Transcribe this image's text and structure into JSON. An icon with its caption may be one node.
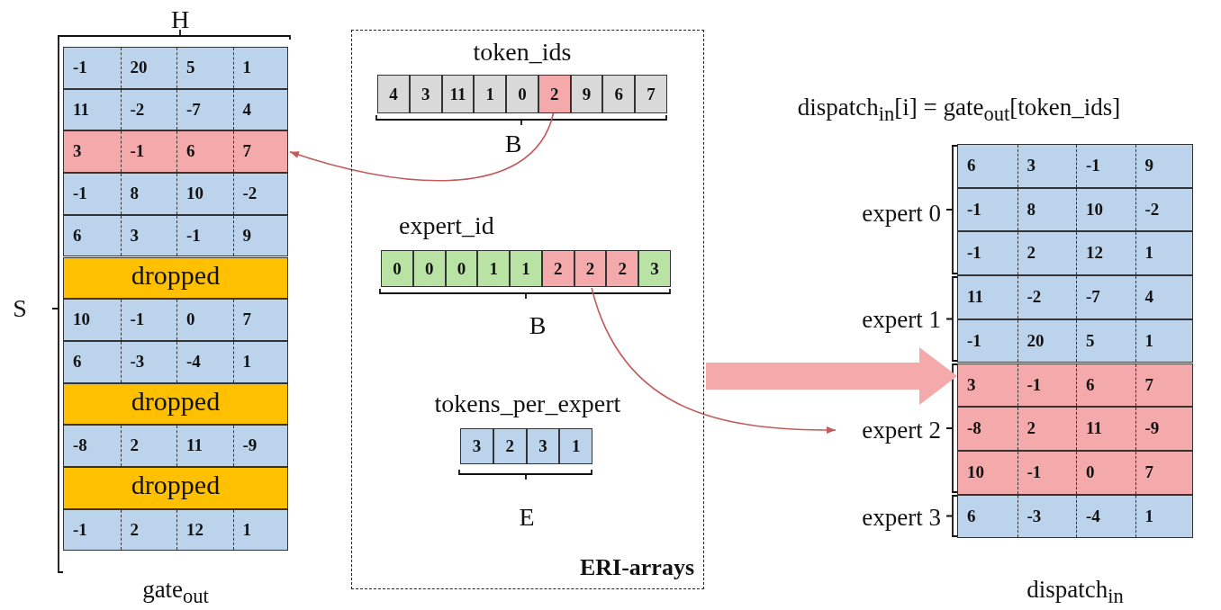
{
  "diagram": {
    "nodes": [
      {
        "text": [
          "gate$_{out}$"
        ]
      },
      {
        "text": [
          "-1",
          "20",
          "5",
          "1"
        ],
        "in": 0
      },
      {
        "text": [
          "11",
          "-2",
          "-7",
          "4"
        ],
        "in": 0
      },
      {
        "text": [
          "3",
          "-1",
          "6",
          "7"
        ],
        "in": 0
      },
      {
        "text": [
          "-1",
          "8",
          "10",
          "-2"
        ],
        "in": 0
      },
      {
        "text": [
          "6",
          "3",
          "-1",
          "9"
        ],
        "in": 0
      },
      {
        "text": [
          "dropped"
        ],
        "in": 0
      },
      {
        "text": [
          "10",
          "-1",
          "0",
          "7"
        ],
        "in": 0
      },
      {
        "text": [
          "6",
          "-3",
          "-4",
          "1"
        ],
        "in": 0
      },
      {
        "text": [
          "dropped"
        ],
        "in": 0
      },
      {
        "text": [
          "-8",
          "2",
          "11",
          "-9"
        ],
        "in": 0
      },
      {
        "text": [
          "dropped"
        ],
        "in": 0
      },
      {
        "text": [
          "-1",
          "2",
          "12",
          "1"
        ],
        "in": 0
      },
      {
        "text": [
          "ERI-arrays"
        ]
      },
      {
        "text": [
          "token_ids"
        ],
        "in": 13
      },
      {
        "text": [
          "4"
        ],
        "in": 14
      },
      {
        "text": [
          "3"
        ],
        "in": 14
      },
      {
        "text": [
          "11"
        ],
        "in": 14
      },
      {
        "text": [
          "1"
        ],
        "in": 14
      },
      {
        "text": [
          "0"
        ],
        "in": 14
      },
      {
        "text": [
          "2"
        ],
        "in": 14
      },
      {
        "text": [
          "9"
        ],
        "in": 14
      },
      {
        "text": [
          "6"
        ],
        "in": 14
      },
      {
        "text": [
          "7"
        ],
        "in": 14
      },
      {
        "text": [
          "expert_id"
        ],
        "in": 13
      },
      {
        "text": [
          "0"
        ],
        "in": 24
      },
      {
        "text": [
          "0"
        ],
        "in": 24
      },
      {
        "text": [
          "0"
        ],
        "in": 24
      },
      {
        "text": [
          "1"
        ],
        "in": 24
      },
      {
        "text": [
          "1"
        ],
        "in": 24
      },
      {
        "text": [
          "2"
        ],
        "in": 24
      },
      {
        "text": [
          "2"
        ],
        "in": 24
      },
      {
        "text": [
          "2"
        ],
        "in": 24
      },
      {
        "text": [
          "3"
        ],
        "in": 24
      },
      {
        "text": [
          "tokens_per_expert"
        ],
        "in": 13
      },
      {
        "text": [
          "3"
        ],
        "in": 34
      },
      {
        "text": [
          "2"
        ],
        "in": 34
      },
      {
        "text": [
          "3"
        ],
        "in": 34
      },
      {
        "text": [
          "1"
        ],
        "in": 34
      },
      {
        "text": [
          "dispatch$_{in}$"
        ]
      },
      {
        "text": [
          "6",
          "3",
          "-1",
          "9"
        ],
        "in": 39
      },
      {
        "text": [
          "-1",
          "8",
          "10",
          "-2"
        ],
        "in": 39
      },
      {
        "text": [
          "-1",
          "2",
          "12",
          "1"
        ],
        "in": 39
      },
      {
        "text": [
          "11",
          "-2",
          "-7",
          "4"
        ],
        "in": 39
      },
      {
        "text": [
          "-1",
          "20",
          "5",
          "1"
        ],
        "in": 39
      },
      {
        "text": [
          "3",
          "-1",
          "6",
          "7"
        ],
        "in": 39
      },
      {
        "text": [
          "-8",
          "2",
          "11",
          "-9"
        ],
        "in": 39
      },
      {
        "text": [
          "10",
          "-1",
          "0",
          "7"
        ],
        "in": 39
      },
      {
        "text": [
          "6",
          "-3",
          "-4",
          "1"
        ],
        "in": 39
      },
      {
        "text": [
          "expert 0"
        ]
      },
      {
        "text": [
          "expert 1"
        ]
      },
      {
        "text": [
          "expert 2"
        ]
      },
      {
        "text": [
          "expert 3"
        ]
      }
    ],
    "edges": [
      {
        "from": 20,
        "to": 3,
        "arrow": "to"
      },
      {
        "from": 24,
        "to": 51,
        "arrow": "to"
      },
      {
        "from": 13,
        "to": 39,
        "arrow": "to",
        "style": "thick"
      }
    ],
    "labels": [
      "H",
      "S",
      "B",
      "B",
      "E",
      "dispatch$_{in}$[i] = gate$_{out}$[token_ids]"
    ]
  }
}
